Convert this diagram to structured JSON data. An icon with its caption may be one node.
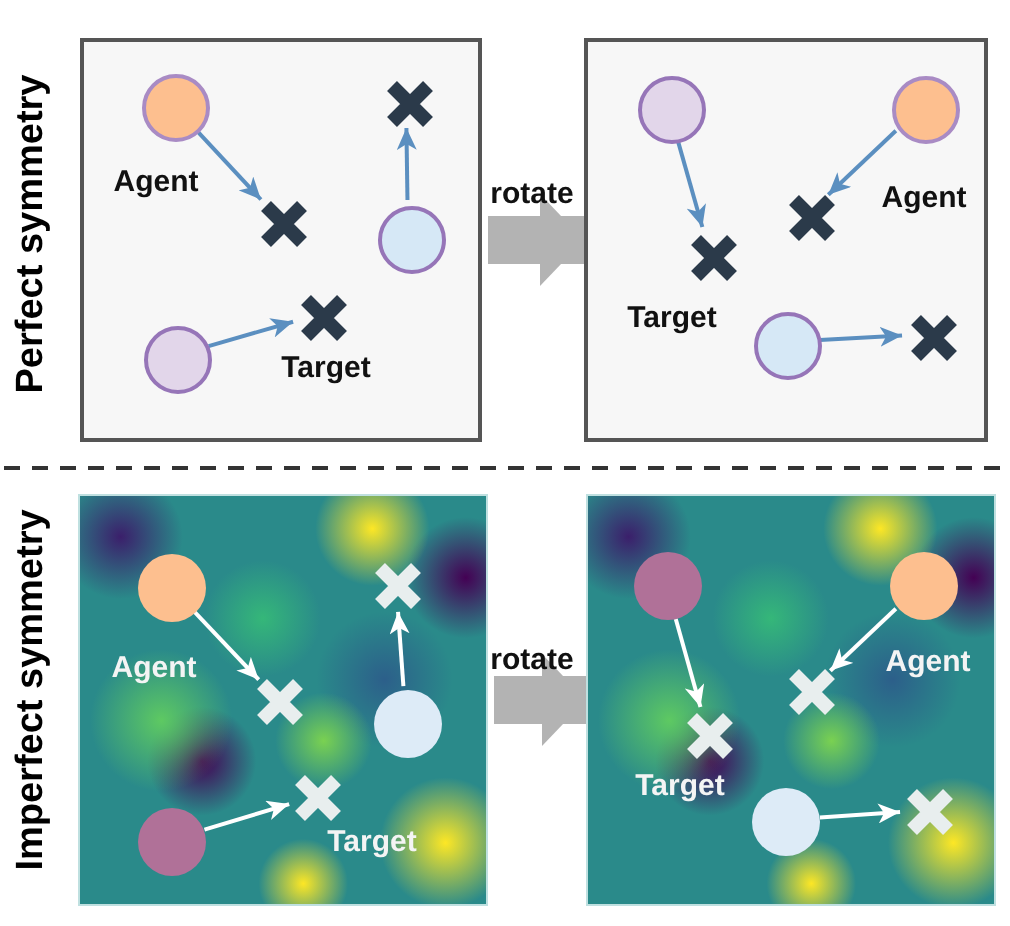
{
  "diagram": {
    "nodes": [
      {
        "text": [],
        "shape": "box"
      },
      {
        "text": [],
        "shape": "circle",
        "in": 0,
        "beside": [
          "Agent"
        ]
      },
      {
        "text": [],
        "shape": "cross",
        "in": 0
      },
      {
        "text": [],
        "shape": "cross",
        "in": 0
      },
      {
        "text": [],
        "shape": "circle",
        "in": 0
      },
      {
        "text": [],
        "shape": "circle",
        "in": 0
      },
      {
        "text": [],
        "shape": "cross",
        "in": 0,
        "beside": [
          "Target"
        ]
      },
      {
        "text": [],
        "shape": "box"
      },
      {
        "text": [],
        "shape": "circle",
        "in": 7
      },
      {
        "text": [],
        "shape": "circle",
        "in": 7,
        "beside": [
          "Agent"
        ]
      },
      {
        "text": [],
        "shape": "cross",
        "in": 7
      },
      {
        "text": [],
        "shape": "cross",
        "in": 7,
        "beside": [
          "Target"
        ]
      },
      {
        "text": [],
        "shape": "circle",
        "in": 7
      },
      {
        "text": [],
        "shape": "cross",
        "in": 7
      },
      {
        "text": [],
        "shape": "box"
      },
      {
        "text": [],
        "shape": "circle",
        "in": 14,
        "beside": [
          "Agent"
        ]
      },
      {
        "text": [],
        "shape": "cross",
        "in": 14
      },
      {
        "text": [],
        "shape": "cross",
        "in": 14
      },
      {
        "text": [],
        "shape": "circle",
        "in": 14
      },
      {
        "text": [],
        "shape": "circle",
        "in": 14
      },
      {
        "text": [],
        "shape": "cross",
        "in": 14,
        "beside": [
          "Target"
        ]
      },
      {
        "text": [],
        "shape": "box"
      },
      {
        "text": [],
        "shape": "circle",
        "in": 21
      },
      {
        "text": [],
        "shape": "circle",
        "in": 21,
        "beside": [
          "Agent"
        ]
      },
      {
        "text": [],
        "shape": "cross",
        "in": 21
      },
      {
        "text": [],
        "shape": "cross",
        "in": 21,
        "beside": [
          "Target"
        ]
      },
      {
        "text": [],
        "shape": "circle",
        "in": 21
      },
      {
        "text": [],
        "shape": "cross",
        "in": 21
      }
    ],
    "edges": [
      {
        "from": 1,
        "to": 2,
        "arrow": "to"
      },
      {
        "from": 4,
        "to": 3,
        "arrow": "to"
      },
      {
        "from": 5,
        "to": 6,
        "arrow": "to"
      },
      {
        "from": 0,
        "to": 7,
        "arrow": "to",
        "label": "rotate",
        "style": "thick",
        "color": "#b3b3b3"
      },
      {
        "from": 8,
        "to": 11,
        "arrow": "to"
      },
      {
        "from": 9,
        "to": 10,
        "arrow": "to"
      },
      {
        "from": 12,
        "to": 13,
        "arrow": "to"
      },
      {
        "from": 15,
        "to": 17,
        "arrow": "to",
        "color": "#ffffff"
      },
      {
        "from": 18,
        "to": 16,
        "arrow": "to",
        "color": "#ffffff"
      },
      {
        "from": 19,
        "to": 20,
        "arrow": "to",
        "color": "#ffffff"
      },
      {
        "from": 14,
        "to": 21,
        "arrow": "to",
        "label": "rotate",
        "style": "thick",
        "color": "#b3b3b3"
      },
      {
        "from": 22,
        "to": 25,
        "arrow": "to",
        "color": "#ffffff"
      },
      {
        "from": 23,
        "to": 24,
        "arrow": "to",
        "color": "#ffffff"
      },
      {
        "from": 26,
        "to": 27,
        "arrow": "to",
        "color": "#ffffff"
      }
    ],
    "labels": [
      "Perfect symmetry",
      "Imperfect symmetry"
    ]
  }
}
